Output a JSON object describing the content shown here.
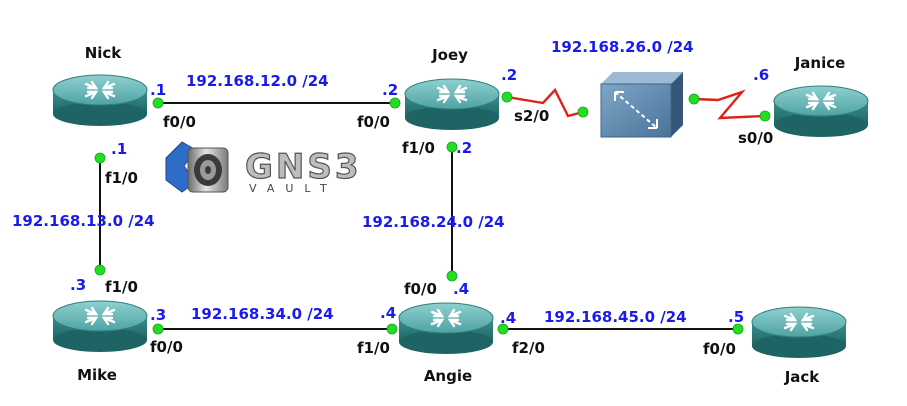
{
  "colors": {
    "ethernet": "#111111",
    "serial": "#e0201a",
    "port_dot": "#22dd22",
    "network_text": "#1a1aee",
    "iface_text": "#111111",
    "router_top": "#5fb3b3",
    "router_side": "#2f7f7f",
    "switch_face": "#5b86ad"
  },
  "routers": [
    {
      "id": "nick",
      "name": "Nick"
    },
    {
      "id": "joey",
      "name": "Joey"
    },
    {
      "id": "janice",
      "name": "Janice"
    },
    {
      "id": "mike",
      "name": "Mike"
    },
    {
      "id": "angie",
      "name": "Angie"
    },
    {
      "id": "jack",
      "name": "Jack"
    }
  ],
  "networks": {
    "n12": "192.168.12.0 /24",
    "n13": "192.168.13.0 /24",
    "n24": "192.168.24.0 /24",
    "n26": "192.168.26.0 /24",
    "n34": "192.168.34.0 /24",
    "n45": "192.168.45.0 /24"
  },
  "interfaces": {
    "nick_f00": "f0/0",
    "nick_f10": "f1/0",
    "joey_f00": "f0/0",
    "joey_f10": "f1/0",
    "joey_s20": "s2/0",
    "janice_s00": "s0/0",
    "mike_f10": "f1/0",
    "mike_f00": "f0/0",
    "angie_f00": "f0/0",
    "angie_f10": "f1/0",
    "angie_f20": "f2/0",
    "jack_f00": "f0/0"
  },
  "hosts": {
    "nick_12": ".1",
    "nick_13": ".1",
    "joey_12": ".2",
    "joey_26": ".2",
    "joey_24": ".2",
    "janice_26": ".6",
    "mike_13": ".3",
    "mike_34": ".3",
    "angie_24": ".4",
    "angie_34": ".4",
    "angie_45": ".4",
    "jack_45": ".5"
  },
  "logo": {
    "brand": "GNS3",
    "tagline": "VAULT"
  }
}
